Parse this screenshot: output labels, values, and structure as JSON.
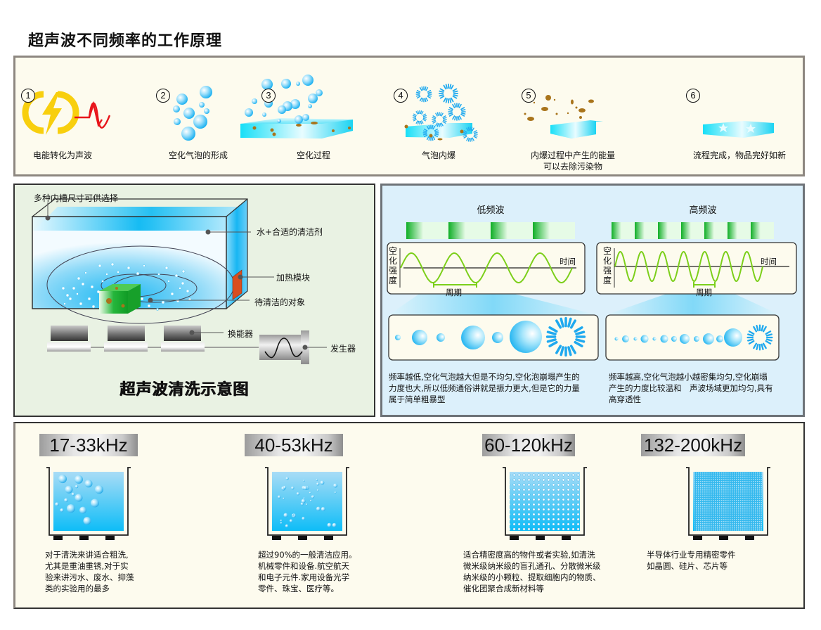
{
  "page_title": "超声波不同频率的工作原理",
  "steps": [
    {
      "number": "1",
      "label": "电能转化为声波",
      "icon": "lightning-to-wave-icon"
    },
    {
      "number": "2",
      "label": "空化气泡的形成",
      "icon": "bubbles-icon"
    },
    {
      "number": "3",
      "label": "空化过程",
      "icon": "bubbles-on-surface-icon"
    },
    {
      "number": "4",
      "label": "气泡内爆",
      "icon": "bubble-implosion-icon"
    },
    {
      "number": "5",
      "label": "内爆过程中产生的能量\n可以去除污染物",
      "label_line1": "内爆过程中产生的能量",
      "label_line2": "可以去除污染物",
      "icon": "dirt-removal-icon"
    },
    {
      "number": "6",
      "label": "流程完成，物品完好如新",
      "icon": "clean-surface-stars-icon"
    }
  ],
  "schematic": {
    "title": "超声波清洗示意图",
    "callouts": {
      "tank_size": "多种内槽尺寸可供选择",
      "liquid": "水+合适的清洁剂",
      "heater": "加热模块",
      "object": "待清洁的对象",
      "transducer": "换能器",
      "generator": "发生器"
    }
  },
  "waves": {
    "low": {
      "title": "低频波",
      "axis_label_chars": [
        "空",
        "化",
        "强",
        "度"
      ],
      "time_label": "时间",
      "period_label": "周期",
      "cycles": 4,
      "description": "频率越低，空化气泡越大但是不均匀，空化泡崩塌产生的力度也大，所以低频通俗讲就是振力更大，但是它的力量属于简单粗暴型",
      "desc_lines": [
        "频率越低,空化气泡越大但是不均匀,空化泡崩塌产生的",
        "力度也大,所以低频通俗讲就是振力更大,但是它的力量",
        "属于简单粗暴型"
      ]
    },
    "high": {
      "title": "高频波",
      "axis_label_chars": [
        "空",
        "化",
        "强",
        "度"
      ],
      "time_label": "时间",
      "period_label": "周期",
      "cycles": 7,
      "description": "频率越高，空化气泡越小越密集均匀，空化崩塌产生的力度比较温和 声波场域更加均匀，具有高穿透性",
      "desc_lines": [
        "频率越高,空化气泡越小越密集均匀,空化崩塌",
        "产生的力度比较温和　声波场域更加均匀,具有",
        "高穿透性"
      ]
    }
  },
  "frequency_ranges": [
    {
      "range": "17-33kHz",
      "bubble_density": "large-sparse",
      "desc_lines": [
        "对于清洗来讲适合粗洗,",
        "尤其是重油重锈,对于实",
        "验来讲污水、废水、抑藻",
        "类的实验用的最多"
      ]
    },
    {
      "range": "40-53kHz",
      "bubble_density": "medium",
      "desc_lines": [
        "超过90%的一般清洁应用。",
        "机械零件和设备.航空航天",
        "和电子元件.家用设备光学",
        "零件、珠宝、医疗等。"
      ]
    },
    {
      "range": "60-120kHz",
      "bubble_density": "small-dense",
      "desc_lines": [
        "适合精密度高的物件或者实验,如清洗",
        "微米级纳米级的盲孔通孔、分散微米级",
        "纳米级的小颗粒、提取细胞内的物质、",
        "催化团聚合成新材料等"
      ]
    },
    {
      "range": "132-200kHz",
      "bubble_density": "ultra-fine",
      "desc_lines": [
        "半导体行业专用精密零件",
        "如晶圆、硅片、芯片等"
      ]
    }
  ],
  "colors": {
    "bubble_blue": "#1fb6f5",
    "wave_green": "#7ccf1a",
    "bar_green": "#13b22b",
    "lightning_yellow": "#f8cf0e",
    "signal_red": "#e8151b",
    "dirt_brown": "#a9741b",
    "heater_orange": "#d94e1f"
  }
}
